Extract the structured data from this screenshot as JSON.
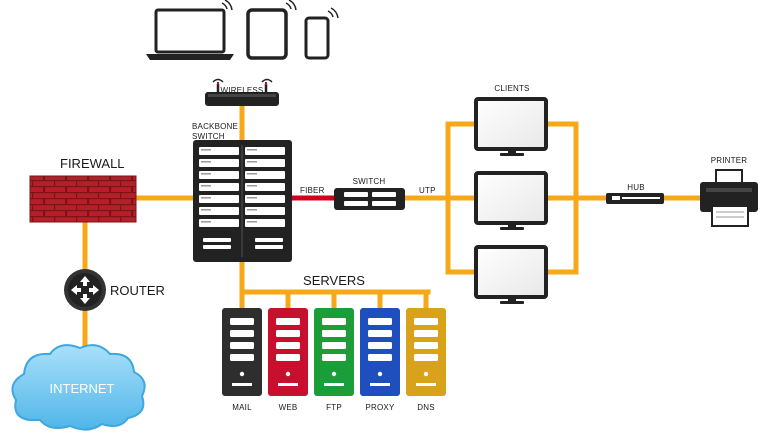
{
  "labels": {
    "wireless": "WIRELESS",
    "backbone_line1": "BACKBONE",
    "backbone_line2": "SWITCH",
    "firewall": "FIREWALL",
    "router": "ROUTER",
    "internet": "INTERNET",
    "fiber": "FIBER",
    "switch": "SWITCH",
    "utp": "UTP",
    "clients": "CLIENTS",
    "hub": "HUB",
    "printer": "PRINTER",
    "servers": "SERVERS"
  },
  "servers": [
    {
      "label": "MAIL",
      "color": "#2e2e2e"
    },
    {
      "label": "WEB",
      "color": "#c8102e"
    },
    {
      "label": "FTP",
      "color": "#1a9e3a"
    },
    {
      "label": "PROXY",
      "color": "#1f4fbf"
    },
    {
      "label": "DNS",
      "color": "#d9a21b"
    }
  ],
  "colors": {
    "cable": "#f7a818",
    "fiber": "#d0021b",
    "device_dark": "#222222",
    "brick": "#b3202a",
    "cloud": "#6ec6f0"
  }
}
